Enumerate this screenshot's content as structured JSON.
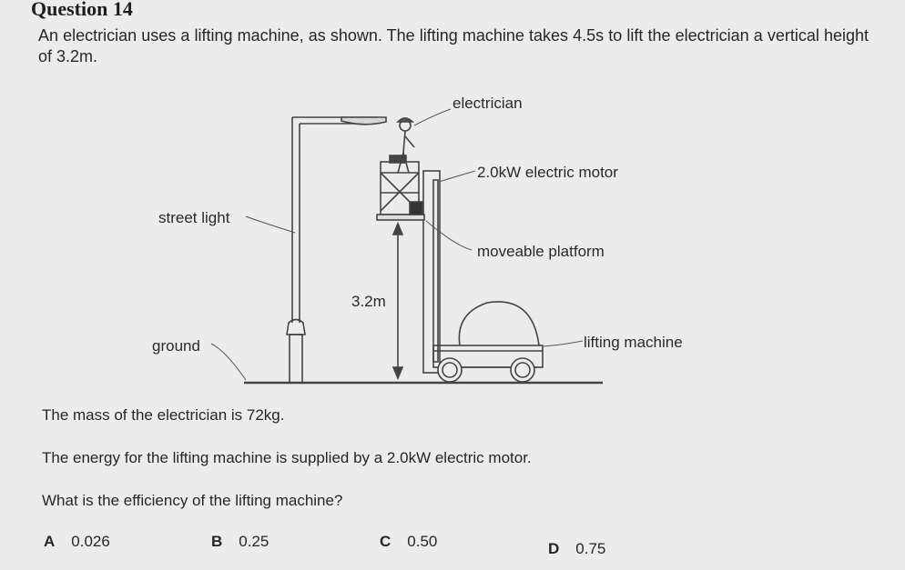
{
  "question": {
    "title": "Question 14",
    "intro": "An electrician uses a lifting machine, as shown. The lifting machine takes 4.5s to lift the electrician a vertical height of 3.2m.",
    "mass_text": "The mass of the electrician is 72kg.",
    "energy_text": "The energy for the lifting machine is supplied by a 2.0kW electric motor.",
    "prompt_text": "What is the efficiency of the lifting machine?"
  },
  "diagram": {
    "labels": {
      "electrician": "electrician",
      "motor": "2.0kW electric motor",
      "street_light": "street light",
      "platform": "moveable platform",
      "height": "3.2m",
      "ground": "ground",
      "machine": "lifting machine"
    }
  },
  "options": [
    {
      "letter": "A",
      "value": "0.026"
    },
    {
      "letter": "B",
      "value": "0.25"
    },
    {
      "letter": "C",
      "value": "0.50"
    },
    {
      "letter": "D",
      "value": "0.75"
    }
  ]
}
